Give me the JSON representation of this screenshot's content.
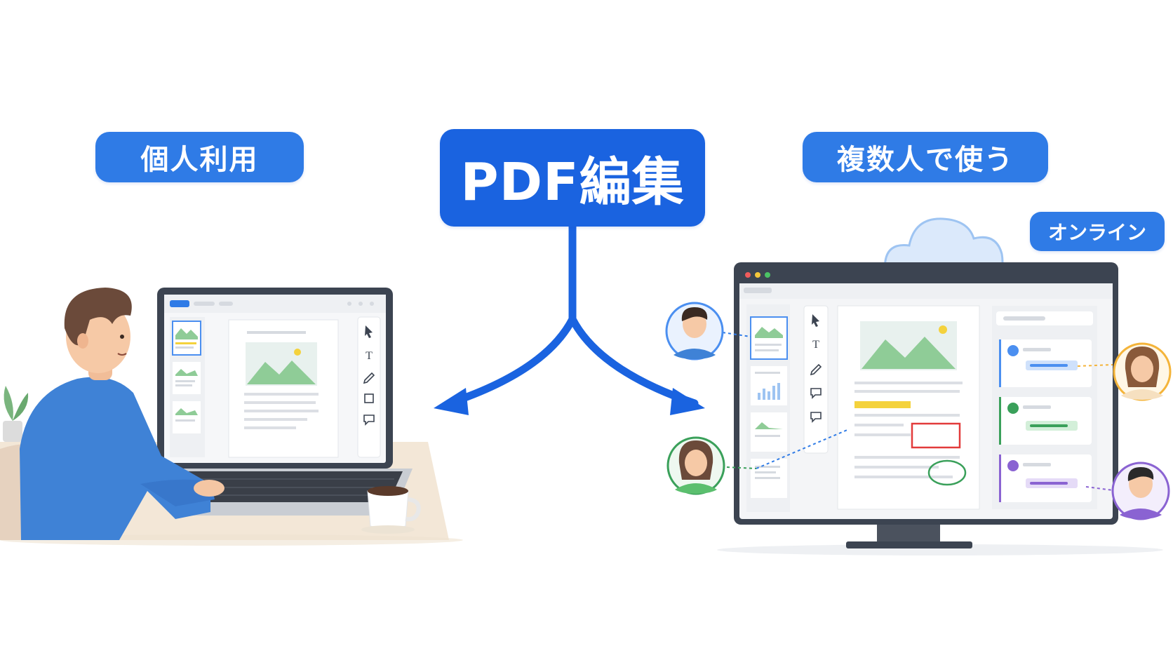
{
  "title": "PDF編集",
  "left_label": "個人利用",
  "right_label": "複数人で使う",
  "online_label": "オンライン",
  "colors": {
    "primary": "#1a63e0",
    "pill": "#2f7be6",
    "arrow": "#1a63e0",
    "chart_green": "#8fcc97",
    "highlight_yellow": "#f4d23c",
    "annotation_red": "#e23b3b",
    "annotation_green": "#3aa05a"
  },
  "icons": [
    "cursor-icon",
    "text-tool-icon",
    "pen-icon",
    "shape-icon",
    "comment-icon",
    "cloud-icon",
    "avatar-icon",
    "coffee-mug-icon",
    "plant-icon"
  ]
}
